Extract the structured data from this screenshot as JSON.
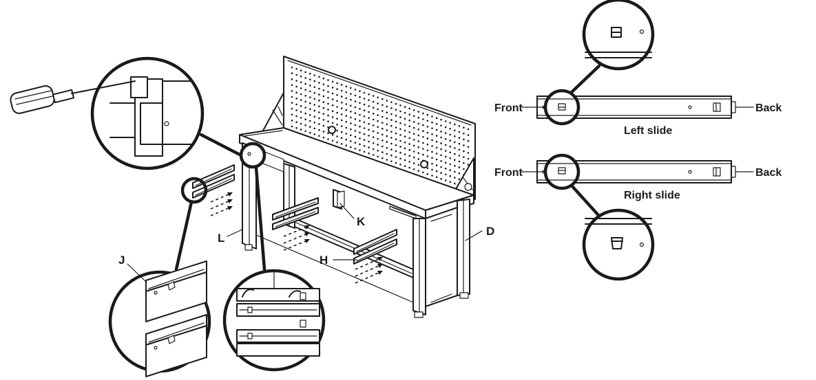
{
  "part_labels": {
    "J": "J",
    "L": "L",
    "K": "K",
    "H": "H",
    "D": "D"
  },
  "slides": {
    "left": {
      "front": "Front",
      "back": "Back",
      "caption": "Left slide"
    },
    "right": {
      "front": "Front",
      "back": "Back",
      "caption": "Right slide"
    }
  },
  "colors": {
    "ink": "#1a1a1a",
    "background": "#ffffff"
  }
}
